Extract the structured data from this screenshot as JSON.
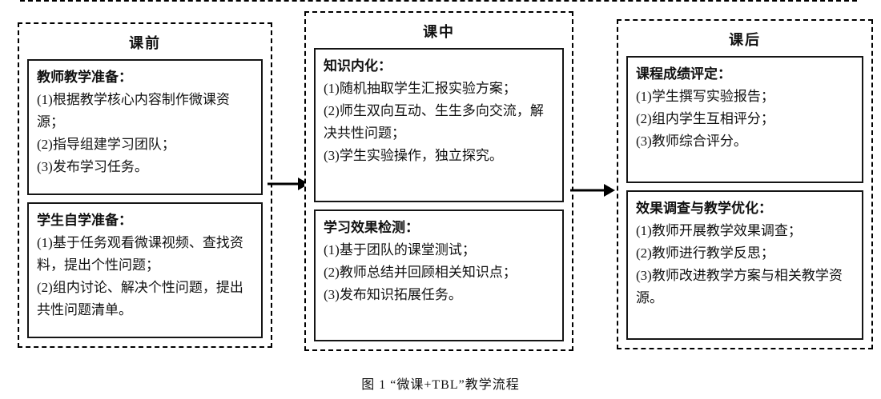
{
  "caption": "图 1 “微课+TBL”教学流程",
  "colors": {
    "border": "#000000",
    "text": "#111111",
    "background": "#ffffff"
  },
  "columns": [
    {
      "title": "课前",
      "boxes": [
        {
          "title": "教师教学准备：",
          "items": [
            "(1)根据教学核心内容制作微课资源；",
            "(2)指导组建学习团队；",
            "(3)发布学习任务。"
          ]
        },
        {
          "title": "学生自学准备：",
          "items": [
            "(1)基于任务观看微课视频、查找资料，提出个性问题；",
            "(2)组内讨论、解决个性问题，提出共性问题清单。"
          ]
        }
      ]
    },
    {
      "title": "课中",
      "boxes": [
        {
          "title": "知识内化：",
          "items": [
            "(1)随机抽取学生汇报实验方案；",
            "(2)师生双向互动、生生多向交流，解决共性问题；",
            "(3)学生实验操作，独立探究。"
          ]
        },
        {
          "title": "学习效果检测：",
          "items": [
            "(1)基于团队的课堂测试；",
            "(2)教师总结并回顾相关知识点；",
            "(3)发布知识拓展任务。"
          ]
        }
      ]
    },
    {
      "title": "课后",
      "boxes": [
        {
          "title": "课程成绩评定：",
          "items": [
            "(1)学生撰写实验报告；",
            "(2)组内学生互相评分；",
            "(3)教师综合评分。"
          ]
        },
        {
          "title": "效果调查与教学优化：",
          "items": [
            "(1)教师开展教学效果调查；",
            "(2)教师进行教学反思；",
            "(3)教师改进教学方案与相关教学资源。"
          ]
        }
      ]
    }
  ]
}
